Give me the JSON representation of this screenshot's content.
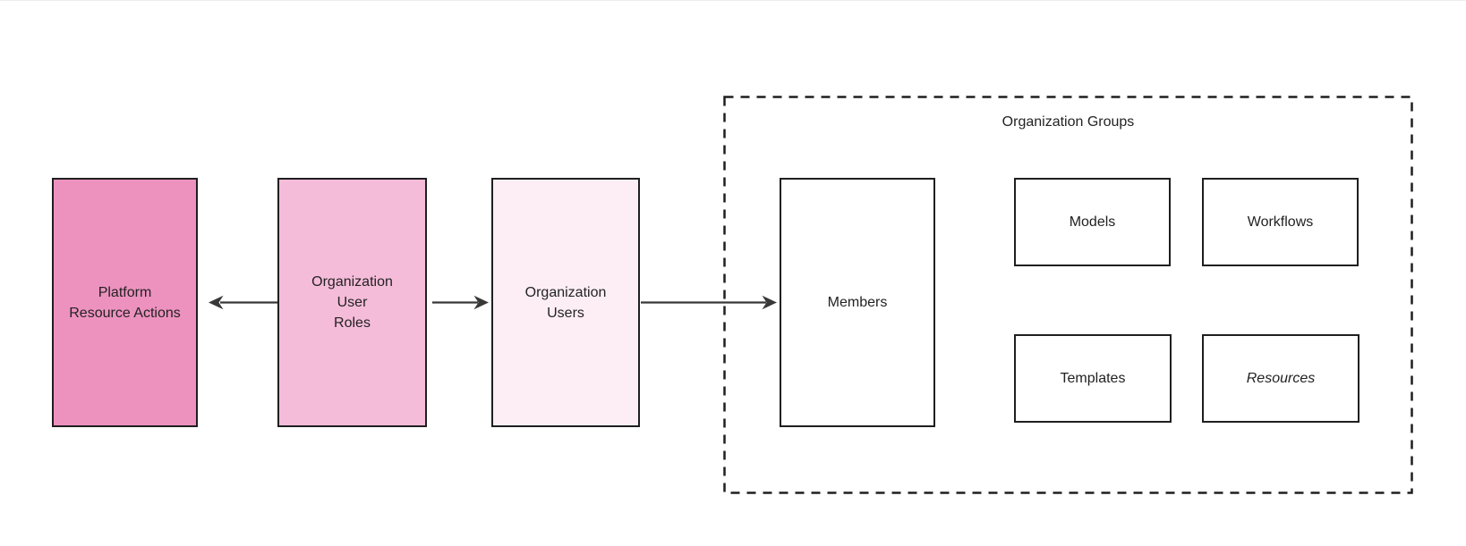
{
  "diagram": {
    "title": "Organization Groups",
    "nodes": {
      "platform_resource_actions": {
        "lines": [
          "Platform",
          "Resource Actions"
        ]
      },
      "organization_user_roles": {
        "lines": [
          "Organization",
          "User",
          "Roles"
        ]
      },
      "organization_users": {
        "lines": [
          "Organization",
          "Users"
        ]
      },
      "members": {
        "label": "Members"
      },
      "models": {
        "label": "Models"
      },
      "workflows": {
        "label": "Workflows"
      },
      "templates": {
        "label": "Templates"
      },
      "resources": {
        "label": "Resources"
      }
    },
    "edges": [
      {
        "from": "organization_user_roles",
        "to": "platform_resource_actions"
      },
      {
        "from": "organization_user_roles",
        "to": "organization_users"
      },
      {
        "from": "organization_users",
        "to": "members"
      }
    ],
    "colors": {
      "platform_resource_actions_fill": "#ed92bf",
      "organization_user_roles_fill": "#f5bcda",
      "organization_users_fill": "#fdeef6",
      "plain_node_fill": "#ffffff",
      "node_border": "#1f1f1f",
      "container_border": "#1f1f1f",
      "arrow": "#383838",
      "text": "#222222"
    }
  }
}
